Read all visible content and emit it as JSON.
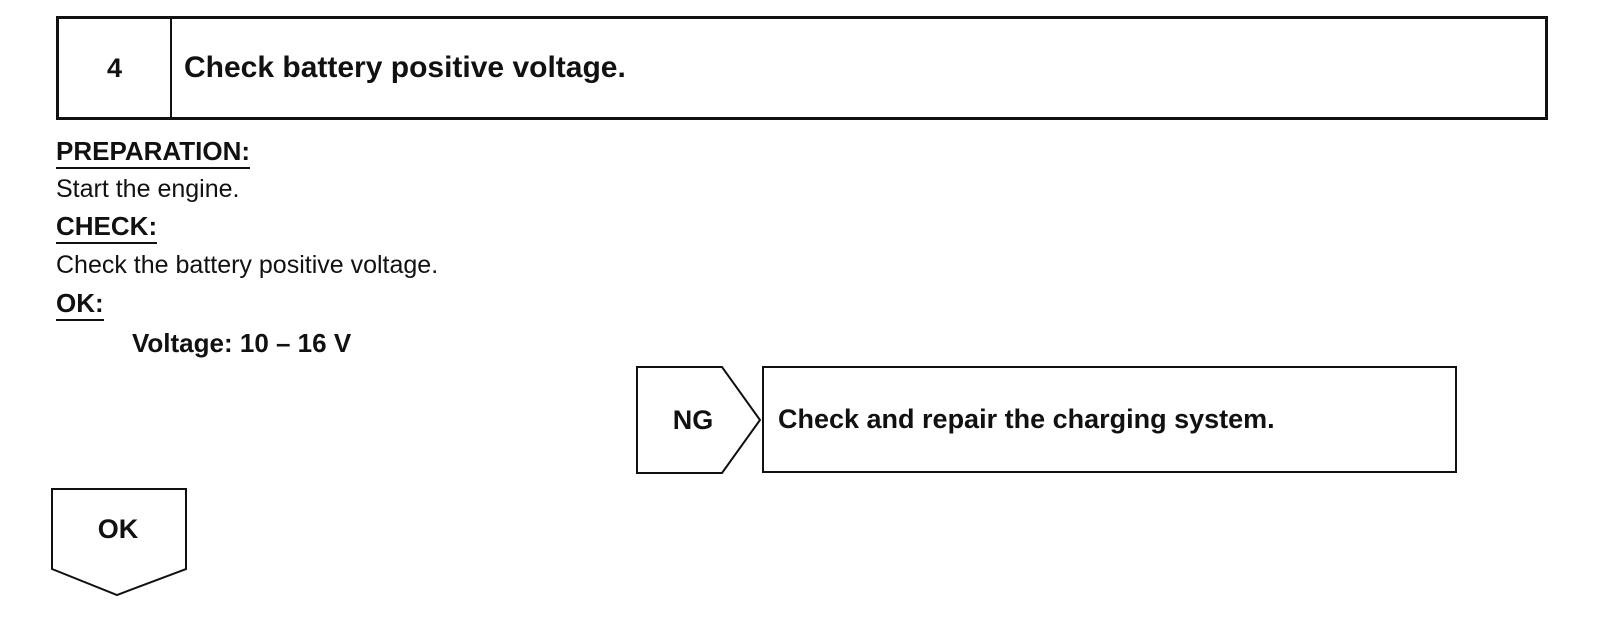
{
  "step": {
    "number": "4",
    "title": "Check battery positive voltage."
  },
  "preparation": {
    "label": "PREPARATION:",
    "text": "Start the engine."
  },
  "check": {
    "label": "CHECK:",
    "text": "Check the battery positive voltage."
  },
  "ok_spec": {
    "label": "OK:",
    "value": "Voltage: 10 – 16 V"
  },
  "ng_branch": {
    "label": "NG",
    "action": "Check and repair the charging system."
  },
  "ok_branch": {
    "label": "OK"
  }
}
